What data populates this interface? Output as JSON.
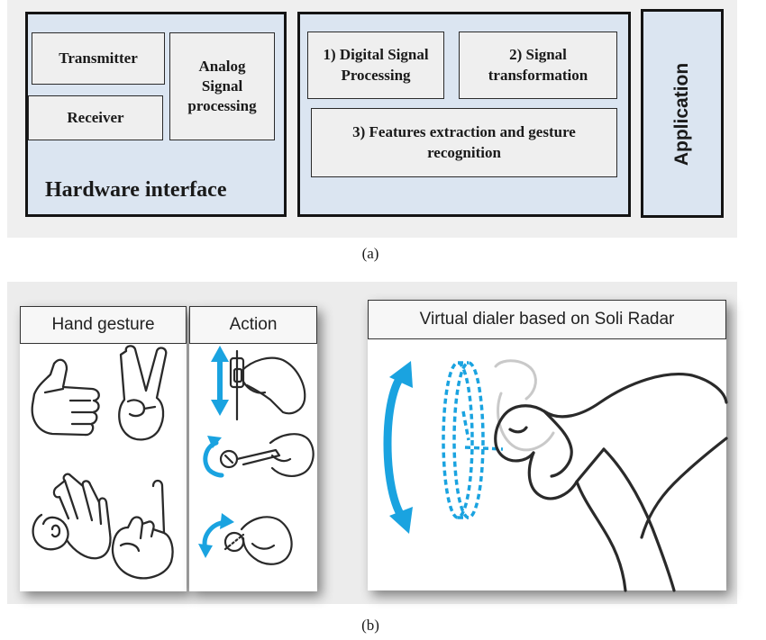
{
  "panel_a": {
    "hardware": {
      "transmitter": "Transmitter",
      "receiver": "Receiver",
      "analog": "Analog Signal processing",
      "title": "Hardware interface"
    },
    "processing": {
      "digital": "1) Digital Signal Processing",
      "transformation": "2) Signal transformation",
      "features": "3) Features extraction and gesture recognition"
    },
    "application": "Application",
    "caption": "(a)"
  },
  "panel_b": {
    "hand_gesture_header": "Hand gesture",
    "action_header": "Action",
    "soli_header": "Virtual dialer based on Soli Radar",
    "caption": "(b)"
  },
  "colors": {
    "box_fill_blue": "#dbe5f1",
    "box_fill_grey": "#efefef",
    "accent_cyan": "#1aa3e0",
    "outline": "#141414"
  }
}
